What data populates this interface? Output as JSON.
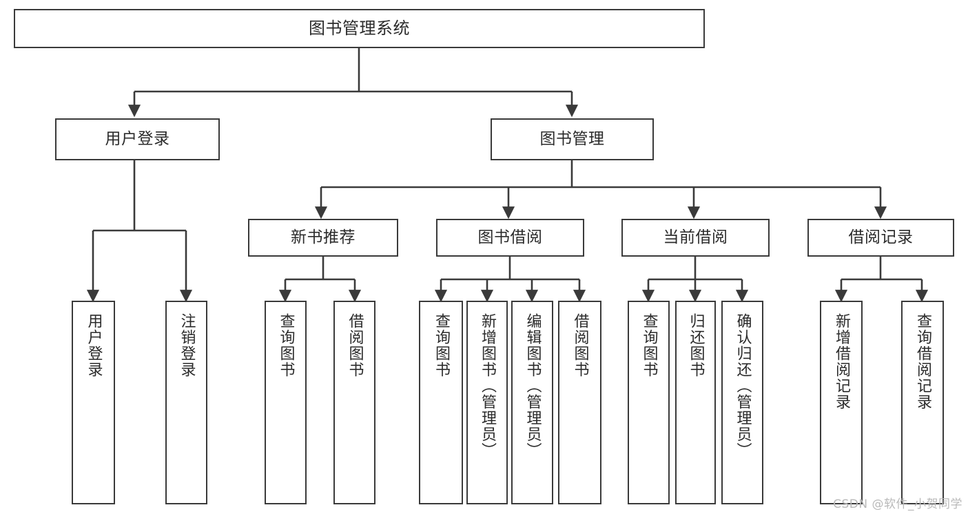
{
  "diagram": {
    "title": "图书管理系统",
    "watermark": "CSDN @软件_小贺同学",
    "colors": {
      "box_border": "#3a3a3a",
      "box_fill": "#ffffff",
      "connector": "#3a3a3a",
      "text": "#2b2b2b",
      "watermark": "#b9b9b9",
      "background": "#ffffff"
    },
    "nodes": {
      "root": {
        "label": "图书管理系统"
      },
      "level1": [
        {
          "id": "user-login",
          "label": "用户登录"
        },
        {
          "id": "book-management",
          "label": "图书管理"
        }
      ],
      "level2": [
        {
          "id": "new-book-recommend",
          "label": "新书推荐"
        },
        {
          "id": "book-borrow",
          "label": "图书借阅"
        },
        {
          "id": "current-borrow",
          "label": "当前借阅"
        },
        {
          "id": "borrow-record",
          "label": "借阅记录"
        }
      ],
      "leaves": {
        "user_login": [
          {
            "id": "leaf-user-login",
            "label": "用户登录"
          },
          {
            "id": "leaf-logout-login",
            "label": "注销登录"
          }
        ],
        "new_book_recommend": [
          {
            "id": "leaf-query-book-1",
            "label": "查询图书"
          },
          {
            "id": "leaf-borrow-book-1",
            "label": "借阅图书"
          }
        ],
        "book_borrow": [
          {
            "id": "leaf-query-book-2",
            "label": "查询图书"
          },
          {
            "id": "leaf-add-book",
            "label": "新增图书（管理员）"
          },
          {
            "id": "leaf-edit-book",
            "label": "编辑图书（管理员）"
          },
          {
            "id": "leaf-borrow-book-2",
            "label": "借阅图书"
          }
        ],
        "current_borrow": [
          {
            "id": "leaf-query-book-3",
            "label": "查询图书"
          },
          {
            "id": "leaf-return-book",
            "label": "归还图书"
          },
          {
            "id": "leaf-confirm-return",
            "label": "确认归还（管理员）"
          }
        ],
        "borrow_record": [
          {
            "id": "leaf-add-record",
            "label": "新增借阅记录"
          },
          {
            "id": "leaf-query-record",
            "label": "查询借阅记录"
          }
        ]
      }
    }
  }
}
